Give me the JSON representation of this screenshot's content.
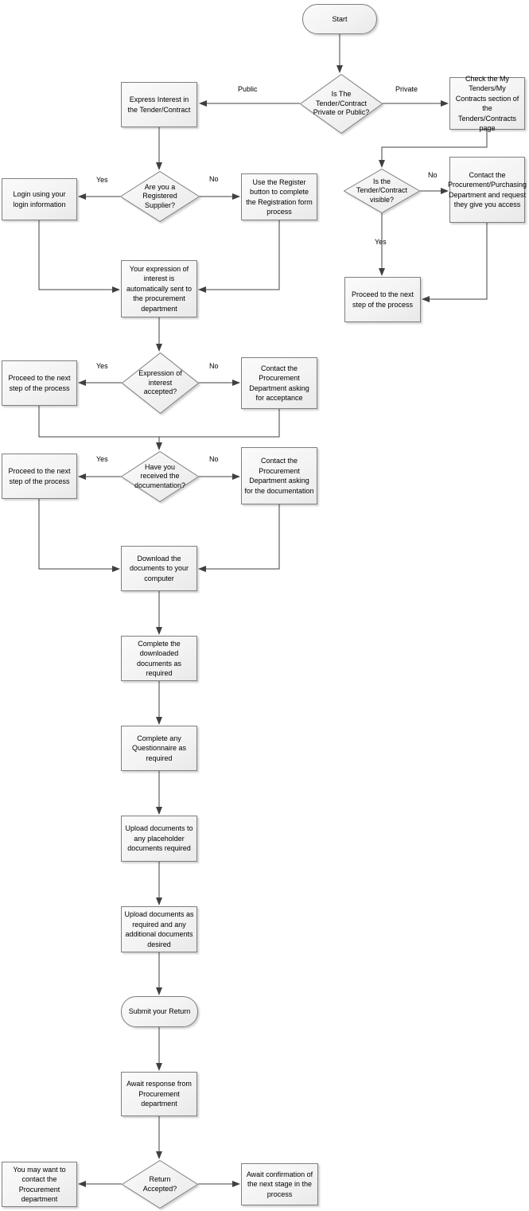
{
  "diagram_type": "flowchart",
  "colors": {
    "background": "#ffffff",
    "node_fill": "#f3f3f3",
    "node_border": "#7f7f7f",
    "connector": "#404040",
    "text": "#000000"
  },
  "nodes": {
    "start": {
      "type": "terminator",
      "label": "Start"
    },
    "tender_private_or_public": {
      "type": "decision",
      "label": "Is The Tender/Contract Private or Public?"
    },
    "check_my_tenders": {
      "type": "process",
      "label": "Check the My Tenders/My Contracts section of the Tenders/Contracts page"
    },
    "express_interest": {
      "type": "process",
      "label": "Express Interest in the Tender/Contract"
    },
    "registered_supplier": {
      "type": "decision",
      "label": "Are you a Registered Supplier?"
    },
    "login": {
      "type": "process",
      "label": "Login using your login information"
    },
    "use_register_button": {
      "type": "process",
      "label": "Use the Register button to complete the Registration form process"
    },
    "expression_sent": {
      "type": "process",
      "label": "Your expression of interest is automatically sent to the procurement department"
    },
    "tender_visible": {
      "type": "decision",
      "label": "Is the Tender/Contract visible?"
    },
    "contact_request_access": {
      "type": "process",
      "label": "Contact the Procurement/Purchasing Department and request they give you access"
    },
    "proceed_next_step_visible": {
      "type": "process",
      "label": "Proceed to the next step of the process"
    },
    "expression_accepted": {
      "type": "decision",
      "label": "Expression of interest accepted?"
    },
    "proceed_next_step_1": {
      "type": "process",
      "label": "Proceed to the next step of the process"
    },
    "contact_for_acceptance": {
      "type": "process",
      "label": "Contact the Procurement Department asking for acceptance"
    },
    "received_documentation": {
      "type": "decision",
      "label": "Have you received the documentation?"
    },
    "proceed_next_step_2": {
      "type": "process",
      "label": "Proceed to the next step of the process"
    },
    "contact_for_documentation": {
      "type": "process",
      "label": "Contact the Procurement Department asking for the documentation"
    },
    "download_documents": {
      "type": "process",
      "label": "Download the documents to your computer"
    },
    "complete_downloaded": {
      "type": "process",
      "label": "Complete the downloaded documents as required"
    },
    "complete_questionnaire": {
      "type": "process",
      "label": "Complete any Questionnaire as required"
    },
    "upload_placeholder": {
      "type": "process",
      "label": "Upload documents to any placeholder documents required"
    },
    "upload_additional": {
      "type": "process",
      "label": "Upload documents as required and any additional documents desired"
    },
    "submit_return": {
      "type": "terminator",
      "label": "Submit your Return"
    },
    "await_response": {
      "type": "process",
      "label": "Await response from Procurement department"
    },
    "return_accepted": {
      "type": "decision",
      "label": "Return Accepted?"
    },
    "contact_procurement": {
      "type": "process",
      "label": "You may want to contact the Procurement department"
    },
    "await_confirmation": {
      "type": "process",
      "label": "Await confirmation of the next stage in the process"
    }
  },
  "edge_labels": {
    "public": "Public",
    "private": "Private",
    "registered_yes": "Yes",
    "registered_no": "No",
    "visible_no": "No",
    "visible_yes": "Yes",
    "accepted_yes": "Yes",
    "accepted_no": "No",
    "received_yes": "Yes",
    "received_no": "No"
  }
}
